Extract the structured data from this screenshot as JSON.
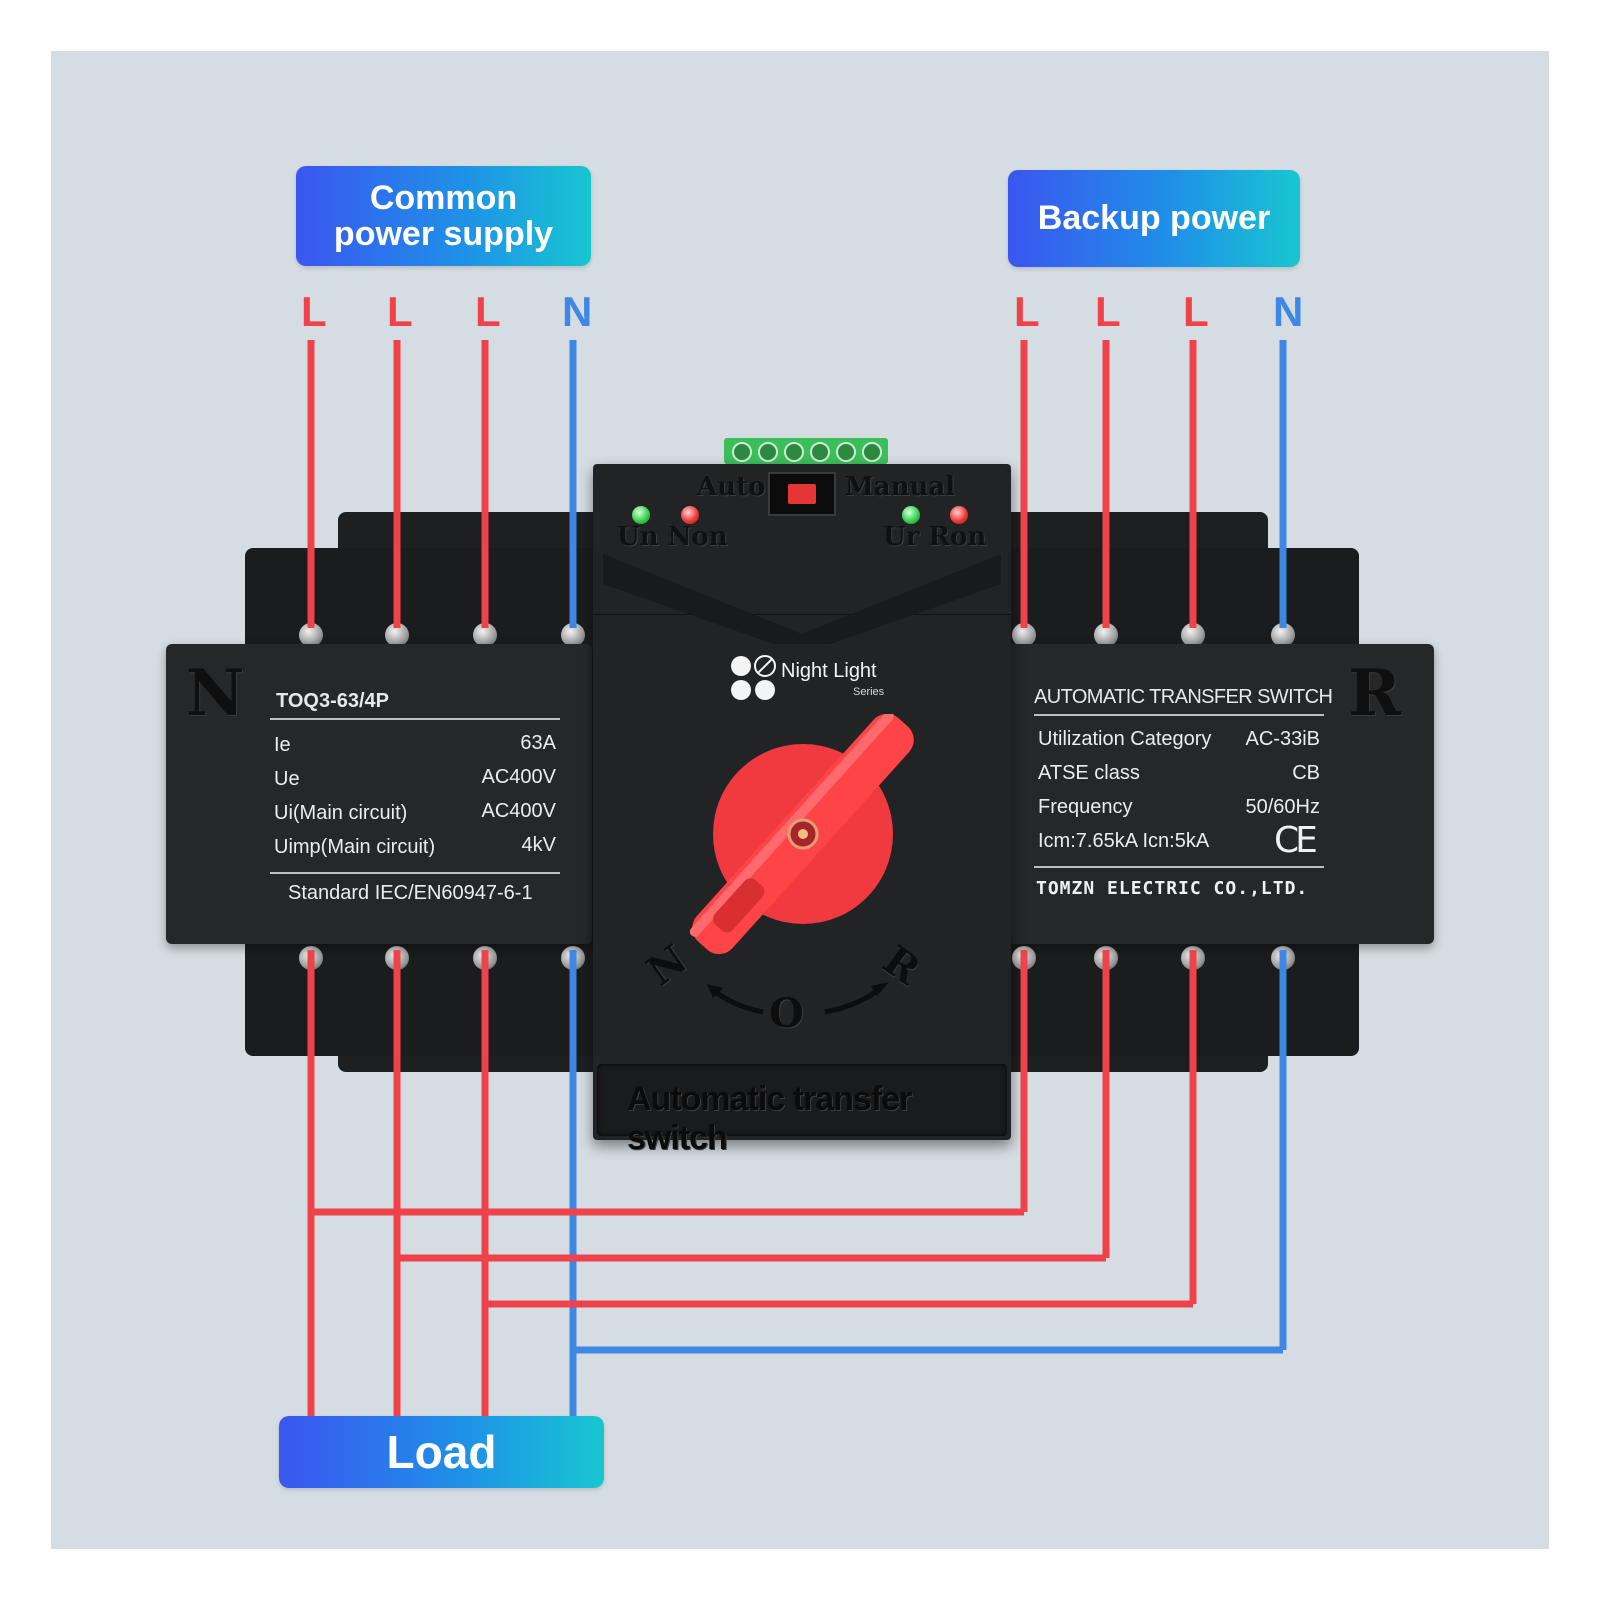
{
  "labels": {
    "common_supply": "Common\npower supply",
    "backup_power": "Backup power",
    "load": "Load"
  },
  "wire_letters": {
    "common": [
      "L",
      "L",
      "L",
      "N"
    ],
    "backup": [
      "L",
      "L",
      "L",
      "N"
    ]
  },
  "colors": {
    "line_wire": "#f0424a",
    "neutral_wire": "#3f87e4",
    "background": "#d5dde3",
    "device_body": "#222325",
    "handle": "#f03a3f"
  },
  "device": {
    "left_side_letter": "N",
    "right_side_letter": "R",
    "model": "TOQ3-63/4P",
    "left_specs": [
      {
        "key": "Ie",
        "value": "63A"
      },
      {
        "key": "Ue",
        "value": "AC400V"
      },
      {
        "key": "Ui(Main circuit)",
        "value": "AC400V"
      },
      {
        "key": "Uimp(Main circuit)",
        "value": "4kV"
      }
    ],
    "standard": "Standard IEC/EN60947-6-1",
    "right_title": "AUTOMATIC TRANSFER SWITCH",
    "right_specs": [
      {
        "key": "Utilization Category",
        "value": "AC-33iB"
      },
      {
        "key": "ATSE class",
        "value": "CB"
      },
      {
        "key": "Frequency",
        "value": "50/60Hz"
      },
      {
        "key": "Icm:7.65kA Icn:5kA",
        "value": ""
      }
    ],
    "ce_mark": "CE",
    "company": "TOMZN ELECTRIC CO.,LTD.",
    "mode_auto": "Auto",
    "mode_manual": "Manual",
    "indicator_left": "Un Non",
    "indicator_right": "Ur Ron",
    "brand": "Night Light",
    "brand_sub": "Series",
    "dial_n": "N",
    "dial_o": "O",
    "dial_r": "R",
    "bottom_label": "Automatic transfer switch"
  }
}
